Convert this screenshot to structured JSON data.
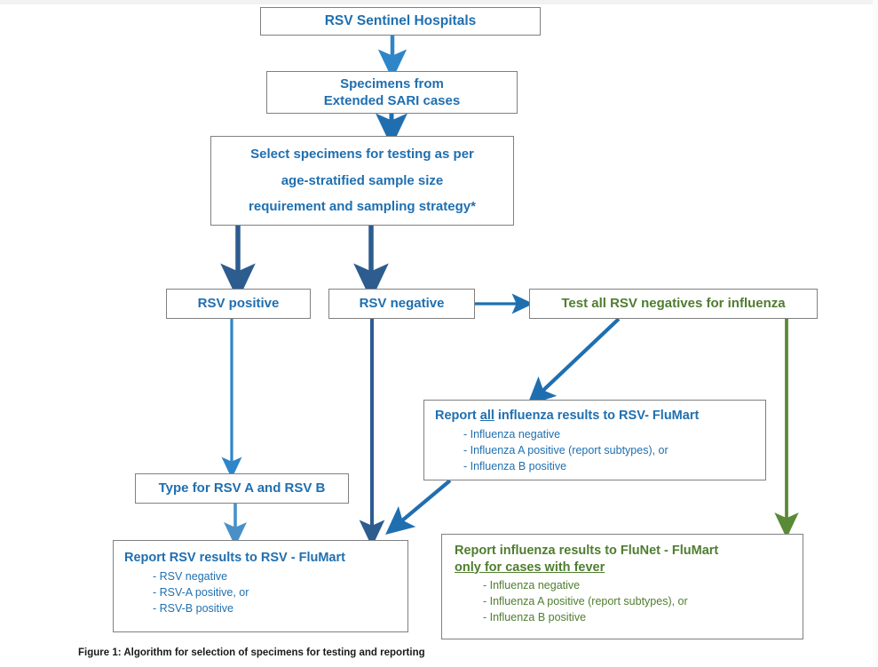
{
  "figure": {
    "caption": "Figure 1: Algorithm for selection of specimens for testing and reporting",
    "colors": {
      "blue_text": "#1f6fb0",
      "green_text": "#4f7d2f",
      "arrow_blue_light": "#2e86c8",
      "arrow_blue_dark": "#2d5c8f",
      "arrow_green": "#5b8a36",
      "box_border": "#808080",
      "background": "#ffffff"
    }
  },
  "nodes": {
    "sentinel_hospitals": {
      "title": "RSV Sentinel Hospitals"
    },
    "specimens": {
      "line1": "Specimens from",
      "line2": "Extended SARI cases"
    },
    "select_specimens": {
      "line1": "Select specimens for testing as per",
      "line2": "age-stratified sample size",
      "line3": "requirement and sampling strategy*"
    },
    "rsv_positive": {
      "title": "RSV positive"
    },
    "rsv_negative": {
      "title": "RSV negative"
    },
    "test_all_negatives": {
      "title": "Test all RSV negatives for influenza"
    },
    "report_all_influenza": {
      "title_pre": "Report ",
      "title_underlined": "all",
      "title_post": " influenza results to RSV- FluMart",
      "bullets": [
        "- Influenza negative",
        "- Influenza A positive (report subtypes), or",
        "- Influenza B positive"
      ]
    },
    "type_rsv": {
      "title": "Type for RSV A and RSV B"
    },
    "report_rsv_results": {
      "title": "Report RSV results to RSV - FluMart",
      "bullets": [
        "- RSV negative",
        "- RSV-A positive, or",
        "- RSV-B positive"
      ]
    },
    "report_influenza_flunet": {
      "title_line1": "Report influenza results to FluNet - FluMart",
      "title_line2_underlined": "only for cases with fever",
      "bullets": [
        "- Influenza negative",
        "- Influenza A positive (report subtypes), or",
        "- Influenza B positive"
      ]
    }
  },
  "connectors": [
    {
      "name": "sentinel-to-specimens",
      "from": "sentinel_hospitals",
      "to": "specimens",
      "style": "vertical-arrow",
      "color": "#2e86c8"
    },
    {
      "name": "specimens-to-select",
      "from": "specimens",
      "to": "select_specimens",
      "style": "vertical-arrow",
      "color": "#1f6fb0"
    },
    {
      "name": "select-to-rsv-positive",
      "from": "select_specimens",
      "to": "rsv_positive",
      "style": "vertical-arrow",
      "color": "#2d5c8f"
    },
    {
      "name": "select-to-rsv-negative",
      "from": "select_specimens",
      "to": "rsv_negative",
      "style": "vertical-arrow",
      "color": "#2d5c8f"
    },
    {
      "name": "rsv-negative-to-test-all",
      "from": "rsv_negative",
      "to": "test_all_negatives",
      "style": "horizontal-arrow",
      "color": "#1f6fb0"
    },
    {
      "name": "rsv-positive-to-type",
      "from": "rsv_positive",
      "to": "type_rsv",
      "style": "vertical-arrow",
      "color": "#2e86c8"
    },
    {
      "name": "rsv-negative-to-report-rsv",
      "from": "rsv_negative",
      "to": "report_rsv_results",
      "style": "vertical-arrow",
      "color": "#2d5c8f"
    },
    {
      "name": "type-to-report-rsv",
      "from": "type_rsv",
      "to": "report_rsv_results",
      "style": "vertical-arrow",
      "color": "#4a90c8"
    },
    {
      "name": "test-all-to-report-all-influenza",
      "from": "test_all_negatives",
      "to": "report_all_influenza",
      "style": "diagonal-arrow",
      "color": "#1f6fb0"
    },
    {
      "name": "report-all-influenza-to-report-rsv",
      "from": "report_all_influenza",
      "to": "report_rsv_results",
      "style": "diagonal-arrow",
      "color": "#1f6fb0"
    },
    {
      "name": "test-all-to-report-flunet",
      "from": "test_all_negatives",
      "to": "report_influenza_flunet",
      "style": "vertical-arrow",
      "color": "#5b8a36"
    }
  ]
}
